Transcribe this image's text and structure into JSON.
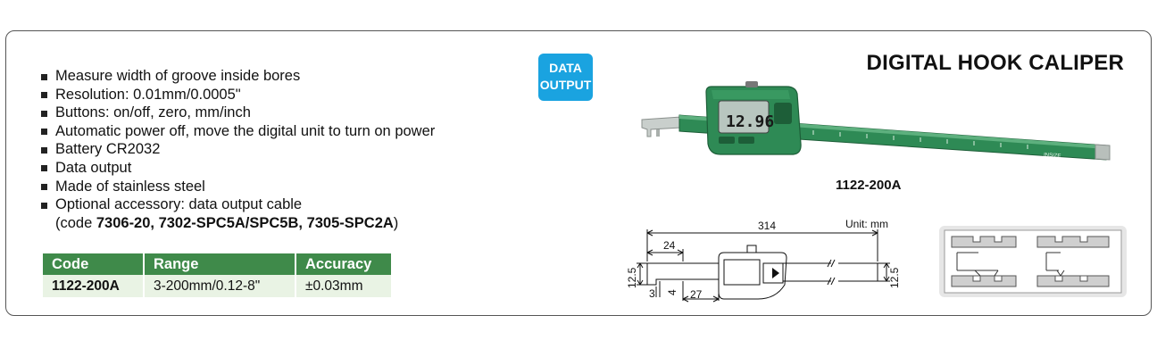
{
  "product": {
    "title": "DIGITAL HOOK CALIPER",
    "badge_line1": "DATA",
    "badge_line2": "OUTPUT",
    "model_label": "1122-200A",
    "display_reading": "12.96",
    "brand_mark": "INSIZE"
  },
  "features": [
    "Measure width of groove inside bores",
    "Resolution: 0.01mm/0.0005\"",
    "Buttons: on/off, zero, mm/inch",
    "Automatic power off, move the digital unit to turn on power",
    "Battery CR2032",
    "Data output",
    "Made of stainless steel",
    "Optional accessory: data output cable"
  ],
  "accessory_codes": {
    "prefix": "(code ",
    "codes": "7306-20, 7302-SPC5A/SPC5B, 7305-SPC2A",
    "suffix": ")"
  },
  "spec_table": {
    "headers": [
      "Code",
      "Range",
      "Accuracy"
    ],
    "rows": [
      [
        "1122-200A",
        "3-200mm/0.12-8\"",
        "±0.03mm"
      ]
    ]
  },
  "drawing": {
    "unit_label": "Unit: mm",
    "dims": {
      "length": "314",
      "tip_length": "24",
      "height_left": "12.5",
      "height_right": "12.5",
      "tip_width": "3",
      "gap": "4",
      "offset": "27"
    }
  },
  "colors": {
    "accent_green": "#3f8a4a",
    "table_row": "#e9f3e4",
    "badge_blue": "#1aa3e0",
    "caliper_green": "#2e8a55"
  }
}
